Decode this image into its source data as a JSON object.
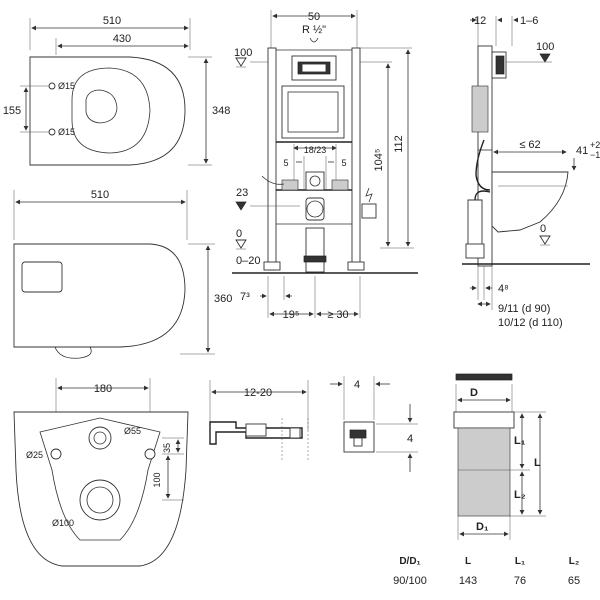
{
  "top_view": {
    "width_outer": "510",
    "width_inner": "430",
    "depth": "348",
    "hole_spacing": "155",
    "hole_label_1": "Ø15",
    "hole_label_2": "Ø15"
  },
  "side_view": {
    "width": "510",
    "height": "360"
  },
  "frame_front": {
    "width": "50",
    "thread": "R ½\"",
    "height_total": "112",
    "height_ceramic": "104⁵",
    "ref_100": "100",
    "ref_23": "23",
    "ref_0": "0",
    "range_0_20": "0–20",
    "span_18_23": "18/23",
    "span_5_left": "5",
    "span_5_right": "5",
    "dim_7": "7³",
    "dim_19": "19⁵",
    "dim_30": "≥ 30"
  },
  "frame_side": {
    "dim_12": "12",
    "dim_1_6": "1–6",
    "ref_100": "100",
    "dim_62": "≤ 62",
    "dim_41": "41",
    "dim_41_tol_top": "+2",
    "dim_41_tol_bot": "−1",
    "ref_0": "0",
    "dim_4_8": "4⁸",
    "dim_9_11": "9/11 (d 90)",
    "dim_10_12": "10/12 (d 110)"
  },
  "bottom_view": {
    "width": "180",
    "dia_55": "Ø55",
    "dia_25": "Ø25",
    "dia_100": "Ø100",
    "dim_35": "35",
    "dim_100": "100"
  },
  "bracket": {
    "range": "12-20"
  },
  "clip": {
    "width": "4",
    "height": "4"
  },
  "pipe": {
    "label_D": "D",
    "label_D1": "D₁",
    "label_L": "L",
    "label_L1": "L₁",
    "label_L2": "L₂"
  },
  "pipe_table": {
    "headers": [
      "D/D₁",
      "L",
      "L₁",
      "L₂"
    ],
    "row": [
      "90/100",
      "143",
      "76",
      "65"
    ]
  }
}
